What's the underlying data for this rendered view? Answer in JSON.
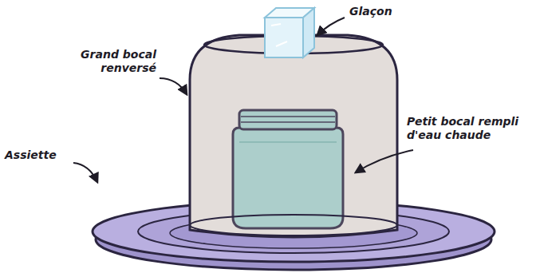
{
  "diagram": {
    "labels": [
      "Glaçon",
      "Grand bocal renversé",
      "Petit bocal rempli d'eau chaude",
      "Assiette"
    ]
  }
}
